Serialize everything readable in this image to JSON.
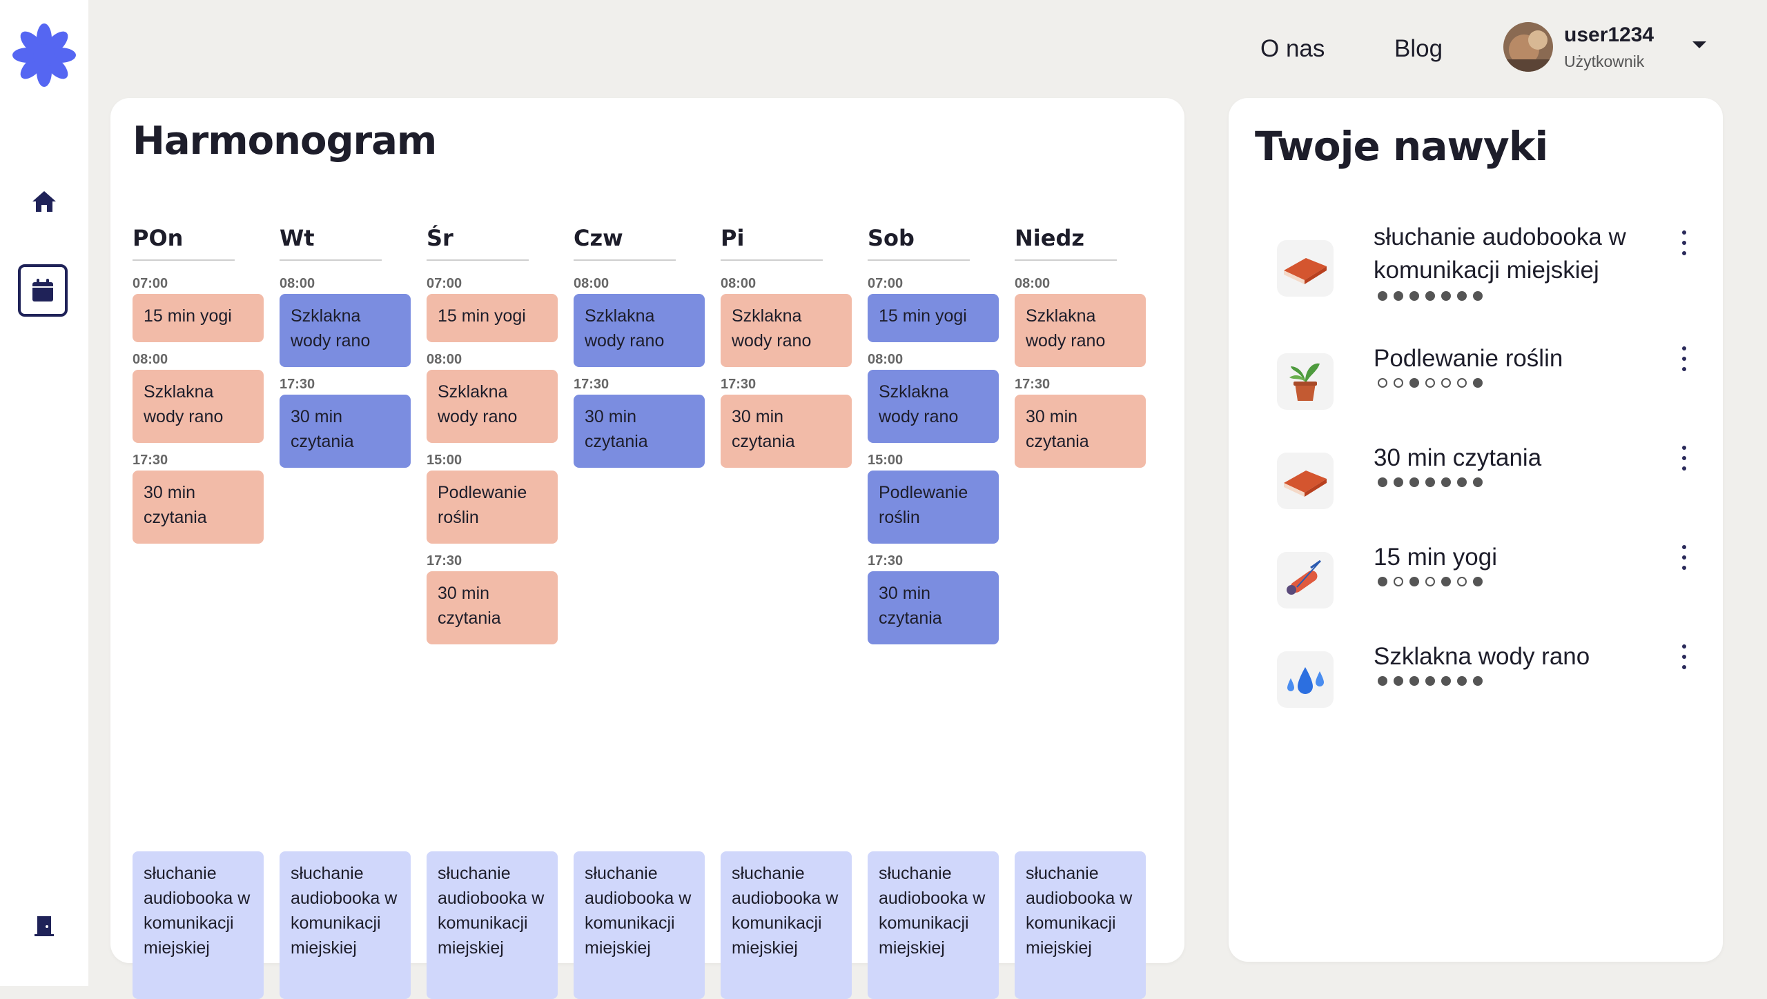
{
  "header": {
    "nav": [
      {
        "label": "O nas"
      },
      {
        "label": "Blog"
      }
    ],
    "user": {
      "name": "user1234",
      "role": "Użytkownik"
    }
  },
  "schedule": {
    "title": "Harmonogram",
    "days": [
      {
        "label": "POn",
        "items": [
          {
            "time": "07:00",
            "label": "15 min yogi",
            "color": "orange"
          },
          {
            "time": "08:00",
            "label": "Szklakna wody rano",
            "color": "orange"
          },
          {
            "time": "17:30",
            "label": "30 min czytania",
            "color": "orange"
          }
        ],
        "audio": "słuchanie audiobooka w komunikacji miejskiej"
      },
      {
        "label": "Wt",
        "items": [
          {
            "time": "08:00",
            "label": "Szklakna wody rano",
            "color": "blue"
          },
          {
            "time": "17:30",
            "label": "30 min czytania",
            "color": "blue"
          }
        ],
        "audio": "słuchanie audiobooka w komunikacji miejskiej"
      },
      {
        "label": "Śr",
        "items": [
          {
            "time": "07:00",
            "label": "15 min yogi",
            "color": "orange"
          },
          {
            "time": "08:00",
            "label": "Szklakna wody rano",
            "color": "orange"
          },
          {
            "time": "15:00",
            "label": "Podlewanie roślin",
            "color": "orange"
          },
          {
            "time": "17:30",
            "label": "30 min czytania",
            "color": "orange"
          }
        ],
        "audio": "słuchanie audiobooka w komunikacji miejskiej"
      },
      {
        "label": "Czw",
        "items": [
          {
            "time": "08:00",
            "label": "Szklakna wody rano",
            "color": "blue"
          },
          {
            "time": "17:30",
            "label": "30 min czytania",
            "color": "blue"
          }
        ],
        "audio": "słuchanie audiobooka w komunikacji miejskiej"
      },
      {
        "label": "Pi",
        "items": [
          {
            "time": "08:00",
            "label": "Szklakna wody rano",
            "color": "orange"
          },
          {
            "time": "17:30",
            "label": "30 min czytania",
            "color": "orange"
          }
        ],
        "audio": "słuchanie audiobooka w komunikacji miejskiej"
      },
      {
        "label": "Sob",
        "items": [
          {
            "time": "07:00",
            "label": "15 min yogi",
            "color": "blue"
          },
          {
            "time": "08:00",
            "label": "Szklakna wody rano",
            "color": "blue"
          },
          {
            "time": "15:00",
            "label": "Podlewanie roślin",
            "color": "blue"
          },
          {
            "time": "17:30",
            "label": "30 min czytania",
            "color": "blue"
          }
        ],
        "audio": "słuchanie audiobooka w komunikacji miejskiej"
      },
      {
        "label": "Niedz",
        "items": [
          {
            "time": "08:00",
            "label": "Szklakna wody rano",
            "color": "orange"
          },
          {
            "time": "17:30",
            "label": "30 min czytania",
            "color": "orange"
          }
        ],
        "audio": "słuchanie audiobooka w komunikacji miejskiej"
      }
    ]
  },
  "habits": {
    "title": "Twoje nawyki",
    "items": [
      {
        "name": "słuchanie audobooka w komunikacji miejskiej",
        "icon": "book-icon",
        "week": [
          1,
          1,
          1,
          1,
          1,
          1,
          1
        ]
      },
      {
        "name": "Podlewanie roślin",
        "icon": "plant-icon",
        "week": [
          0,
          0,
          1,
          0,
          0,
          0,
          1
        ]
      },
      {
        "name": "30 min czytania",
        "icon": "book-icon",
        "week": [
          1,
          1,
          1,
          1,
          1,
          1,
          1
        ]
      },
      {
        "name": "15 min yogi",
        "icon": "yoga-mat-icon",
        "week": [
          1,
          0,
          1,
          0,
          1,
          0,
          1
        ]
      },
      {
        "name": "Szklakna wody rano",
        "icon": "water-drops-icon",
        "week": [
          1,
          1,
          1,
          1,
          1,
          1,
          1
        ]
      }
    ]
  },
  "colors": {
    "orange": "#f2bba8",
    "blue": "#7b8de0",
    "light": "#d0d7fb",
    "accent": "#4f5cf0",
    "nav": "#1f2258"
  }
}
